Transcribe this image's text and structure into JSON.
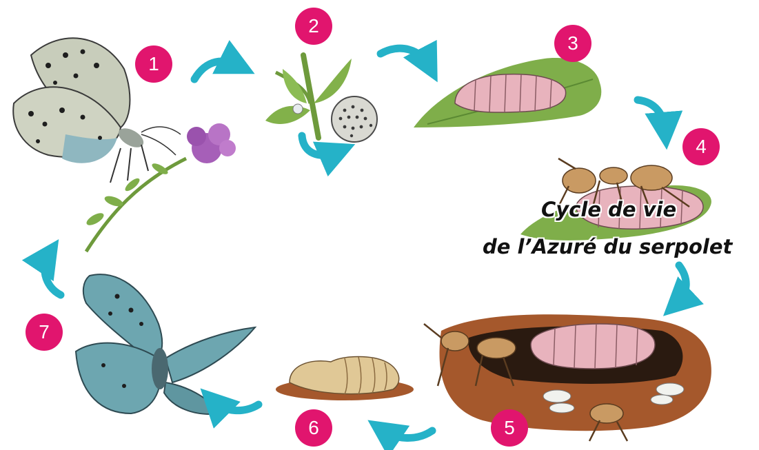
{
  "title": {
    "line1": "Cycle de vie",
    "line2": "de l’Azuré du serpolet"
  },
  "stages": [
    {
      "number": "1",
      "subject": "adult butterfly on thyme flower"
    },
    {
      "number": "2",
      "subject": "egg on thyme bud"
    },
    {
      "number": "3",
      "subject": "caterpillar on leaf"
    },
    {
      "number": "4",
      "subject": "ant carrying caterpillar"
    },
    {
      "number": "5",
      "subject": "caterpillar in ant nest"
    },
    {
      "number": "6",
      "subject": "chrysalis"
    },
    {
      "number": "7",
      "subject": "butterfly emerging"
    }
  ],
  "colors": {
    "badge": "#e1156e",
    "arrow": "#25b2c8",
    "leaf": "#7fae4a",
    "larva": "#e8b3bd",
    "soil": "#a5582c",
    "wing_blue": "#6da6b0"
  }
}
